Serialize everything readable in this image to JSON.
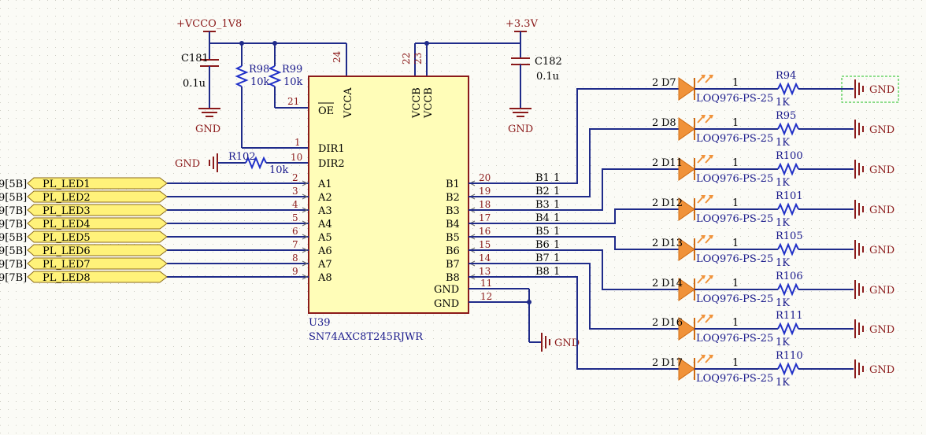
{
  "power": {
    "vcco": "+VCCO_1V8",
    "v33": "+3.3V",
    "gnd": "GND"
  },
  "ic": {
    "ref": "U39",
    "part": "SN74AXC8T245RJWR",
    "pins": {
      "oe": "OE",
      "dir1": "DIR1",
      "dir2": "DIR2",
      "vcca": "VCCA",
      "vccb1": "VCCB",
      "vccb2": "VCCB",
      "gnd1": "GND",
      "gnd2": "GND"
    },
    "pin_numbers": {
      "vcca": "24",
      "vccb1": "22",
      "vccb2": "23",
      "oe": "21",
      "dir1": "1",
      "dir2": "10",
      "gnd1": "11",
      "gnd2": "12"
    },
    "a_pins": [
      {
        "name": "A1",
        "num": "2"
      },
      {
        "name": "A2",
        "num": "3"
      },
      {
        "name": "A3",
        "num": "4"
      },
      {
        "name": "A4",
        "num": "5"
      },
      {
        "name": "A5",
        "num": "6"
      },
      {
        "name": "A6",
        "num": "7"
      },
      {
        "name": "A7",
        "num": "8"
      },
      {
        "name": "A8",
        "num": "9"
      }
    ],
    "b_pins": [
      {
        "name": "B1",
        "num": "20"
      },
      {
        "name": "B2",
        "num": "19"
      },
      {
        "name": "B3",
        "num": "18"
      },
      {
        "name": "B4",
        "num": "17"
      },
      {
        "name": "B5",
        "num": "16"
      },
      {
        "name": "B6",
        "num": "15"
      },
      {
        "name": "B7",
        "num": "14"
      },
      {
        "name": "B8",
        "num": "13"
      }
    ]
  },
  "caps": [
    {
      "ref": "C181",
      "value": "0.1u"
    },
    {
      "ref": "C182",
      "value": "0.1u"
    }
  ],
  "pullups": [
    {
      "ref": "R98",
      "value": "10k"
    },
    {
      "ref": "R99",
      "value": "10k"
    },
    {
      "ref": "R102",
      "value": "10k"
    }
  ],
  "ports": [
    {
      "sheet": "9[5B]",
      "net": "PL_LED1"
    },
    {
      "sheet": "9[5B]",
      "net": "PL_LED2"
    },
    {
      "sheet": "9[7B]",
      "net": "PL_LED3"
    },
    {
      "sheet": "9[7B]",
      "net": "PL_LED4"
    },
    {
      "sheet": "9[5B]",
      "net": "PL_LED5"
    },
    {
      "sheet": "9[5B]",
      "net": "PL_LED6"
    },
    {
      "sheet": "9[7B]",
      "net": "PL_LED7"
    },
    {
      "sheet": "9[7B]",
      "net": "PL_LED8"
    }
  ],
  "bnets": [
    {
      "label": "B1",
      "num": "1"
    },
    {
      "label": "B2",
      "num": "1"
    },
    {
      "label": "B3",
      "num": "1"
    },
    {
      "label": "B4",
      "num": "1"
    },
    {
      "label": "B5",
      "num": "1"
    },
    {
      "label": "B6",
      "num": "1"
    },
    {
      "label": "B7",
      "num": "1"
    },
    {
      "label": "B8",
      "num": "1"
    }
  ],
  "leds": [
    {
      "anode": "2",
      "ref": "D7",
      "cathode": "1",
      "part": "LOQ976-PS-25",
      "res_ref": "R94",
      "res_val": "1K"
    },
    {
      "anode": "2",
      "ref": "D8",
      "cathode": "1",
      "part": "LOQ976-PS-25",
      "res_ref": "R95",
      "res_val": "1K"
    },
    {
      "anode": "2",
      "ref": "D11",
      "cathode": "1",
      "part": "LOQ976-PS-25",
      "res_ref": "R100",
      "res_val": "1K"
    },
    {
      "anode": "2",
      "ref": "D12",
      "cathode": "1",
      "part": "LOQ976-PS-25",
      "res_ref": "R101",
      "res_val": "1K"
    },
    {
      "anode": "2",
      "ref": "D13",
      "cathode": "1",
      "part": "LOQ976-PS-25",
      "res_ref": "R105",
      "res_val": "1K"
    },
    {
      "anode": "2",
      "ref": "D14",
      "cathode": "1",
      "part": "LOQ976-PS-25",
      "res_ref": "R106",
      "res_val": "1K"
    },
    {
      "anode": "2",
      "ref": "D16",
      "cathode": "1",
      "part": "LOQ976-PS-25",
      "res_ref": "R111",
      "res_val": "1K"
    },
    {
      "anode": "2",
      "ref": "D17",
      "cathode": "1",
      "part": "LOQ976-PS-25",
      "res_ref": "R110",
      "res_val": "1K"
    }
  ]
}
